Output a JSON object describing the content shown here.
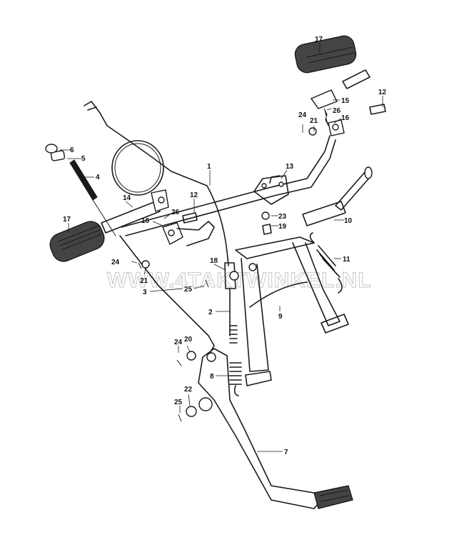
{
  "watermark": "WWW.4TAKTWINKEL.NL",
  "callouts": [
    {
      "id": "c17a",
      "text": "17"
    },
    {
      "id": "c12a",
      "text": "12"
    },
    {
      "id": "c24a",
      "text": "24"
    },
    {
      "id": "c21a",
      "text": "21"
    },
    {
      "id": "c26a",
      "text": "26"
    },
    {
      "id": "c15",
      "text": "15"
    },
    {
      "id": "c16a",
      "text": "16"
    },
    {
      "id": "c6",
      "text": "6"
    },
    {
      "id": "c5",
      "text": "5"
    },
    {
      "id": "c4",
      "text": "4"
    },
    {
      "id": "c1",
      "text": "1"
    },
    {
      "id": "c13",
      "text": "13"
    },
    {
      "id": "c14",
      "text": "14"
    },
    {
      "id": "c12b",
      "text": "12"
    },
    {
      "id": "c26b",
      "text": "26"
    },
    {
      "id": "c16b",
      "text": "16"
    },
    {
      "id": "c23",
      "text": "23"
    },
    {
      "id": "c10",
      "text": "10"
    },
    {
      "id": "c19",
      "text": "19"
    },
    {
      "id": "c17b",
      "text": "17"
    },
    {
      "id": "c11",
      "text": "11"
    },
    {
      "id": "c18",
      "text": "18"
    },
    {
      "id": "c24b",
      "text": "24"
    },
    {
      "id": "c21b",
      "text": "21"
    },
    {
      "id": "c25a",
      "text": "25"
    },
    {
      "id": "c3",
      "text": "3"
    },
    {
      "id": "c2",
      "text": "2"
    },
    {
      "id": "c9",
      "text": "9"
    },
    {
      "id": "c24c",
      "text": "24"
    },
    {
      "id": "c20",
      "text": "20"
    },
    {
      "id": "c8",
      "text": "8"
    },
    {
      "id": "c22",
      "text": "22"
    },
    {
      "id": "c25b",
      "text": "25"
    },
    {
      "id": "c7",
      "text": "7"
    }
  ]
}
